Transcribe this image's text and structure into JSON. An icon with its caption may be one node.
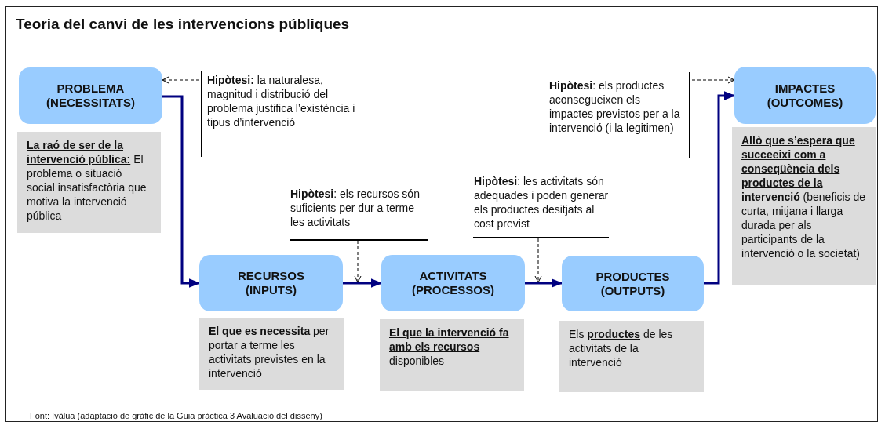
{
  "diagram": {
    "title": "Teoria del canvi de les intervencions públiques",
    "caption": "Font: Ivàlua (adaptació de gràfic de la Guia pràctica 3 Avaluació del disseny)",
    "nodes": [
      {
        "text": [
          "PROBLEMA (NECESSITATS)"
        ]
      },
      {
        "text": [
          "**Hipòtesi:** la naturalesa, magnitud i distribució del problema justifica l’existència i tipus d’intervenció"
        ]
      },
      {
        "text": [
          "**Hipòtesi**: els productes aconsegueixen els impactes previstos per a la intervenció (i la legitimen)"
        ]
      },
      {
        "text": [
          "IMPACTES (OUTCOMES)"
        ]
      },
      {
        "text": [
          "**La raó de ser de la intervenció pública:** El problema o situació social insatisfactòria que motiva la intervenció pública"
        ]
      },
      {
        "text": [
          "**Allò que s’espera que succeeixi com a conseqüència dels productes de la intervenció** (beneficis de curta, mitjana i llarga durada per als participants de la intervenció o la societat)"
        ]
      },
      {
        "text": [
          "**Hipòtesi**: els recursos són suficients per dur a terme les activitats"
        ]
      },
      {
        "text": [
          "**Hipòtesi**: les activitats són adequades i poden generar els productes desitjats al cost previst"
        ]
      },
      {
        "text": [
          "RECURSOS (INPUTS)"
        ]
      },
      {
        "text": [
          "ACTIVITATS (PROCESSOS)"
        ]
      },
      {
        "text": [
          "PRODUCTES (OUTPUTS)"
        ]
      },
      {
        "text": [
          "**El que es necessita** per portar a terme les activitats previstes en la intervenció"
        ]
      },
      {
        "text": [
          "**El que la intervenció fa amb els recursos** disponibles"
        ]
      },
      {
        "text": [
          "Els **productes** de les activitats de la intervenció"
        ]
      }
    ],
    "edges": [
      {
        "from": 0,
        "to": 8,
        "arrow": "to",
        "style": "thick",
        "color": "#000080"
      },
      {
        "from": 8,
        "to": 9,
        "arrow": "to",
        "style": "thick",
        "color": "#000080"
      },
      {
        "from": 9,
        "to": 10,
        "arrow": "to",
        "style": "thick",
        "color": "#000080"
      },
      {
        "from": 10,
        "to": 3,
        "arrow": "to",
        "style": "thick",
        "color": "#000080"
      },
      {
        "from": 1,
        "to": 0,
        "arrow": "to",
        "style": "dashed",
        "color": "#000000"
      },
      {
        "from": 2,
        "to": 3,
        "arrow": "to",
        "style": "dashed",
        "color": "#000000"
      },
      {
        "from": 6,
        "to": 8,
        "arrow": "to",
        "style": "dashed",
        "color": "#000000"
      },
      {
        "from": 7,
        "to": 9,
        "arrow": "to",
        "style": "dashed",
        "color": "#000000"
      }
    ]
  }
}
